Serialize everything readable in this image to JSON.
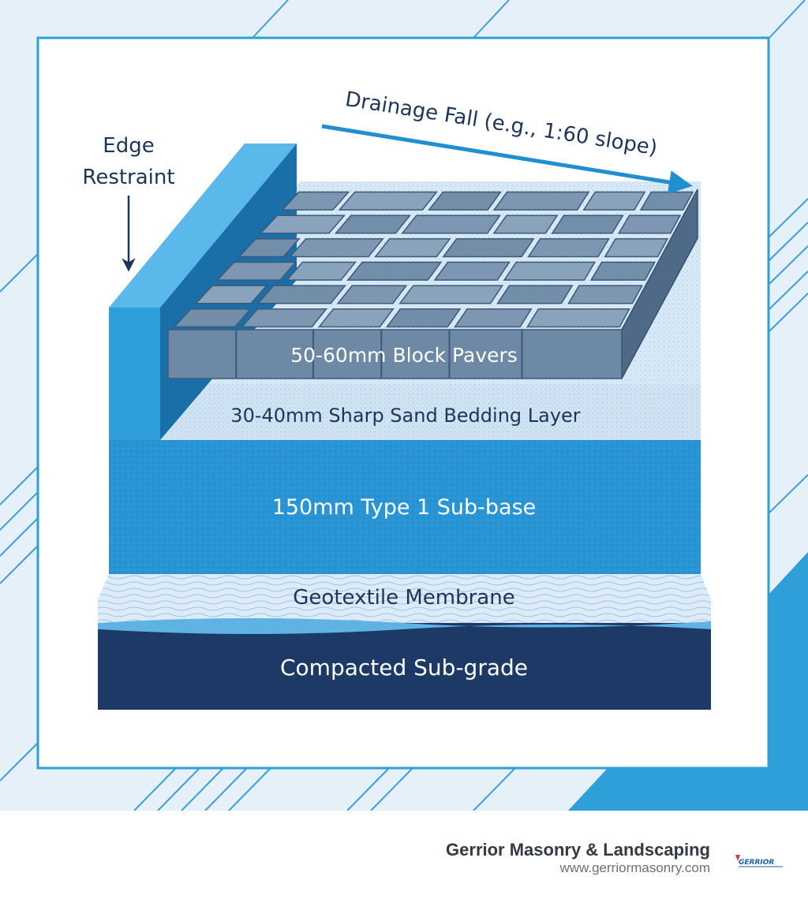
{
  "diagram": {
    "layers": {
      "pavers": "50-60mm Block Pavers",
      "bedding": "30-40mm Sharp Sand Bedding Layer",
      "subbase": "150mm Type 1 Sub-base",
      "membrane": "Geotextile Membrane",
      "subgrade": "Compacted Sub-grade"
    },
    "edge_restraint": {
      "line1": "Edge",
      "line2": "Restraint"
    },
    "drainage_label": "Drainage Fall (e.g., 1:60 slope)"
  },
  "footer": {
    "company": "Gerrior Masonry & Landscaping",
    "website": "www.gerriormasonry.com",
    "logo_text": "GERRIOR"
  },
  "colors": {
    "light_bg": "#e8f1f8",
    "accent_blue": "#2e9fd9",
    "navy": "#1d3557",
    "paver": "#6f8aa6",
    "subgrade": "#1d3a66"
  }
}
